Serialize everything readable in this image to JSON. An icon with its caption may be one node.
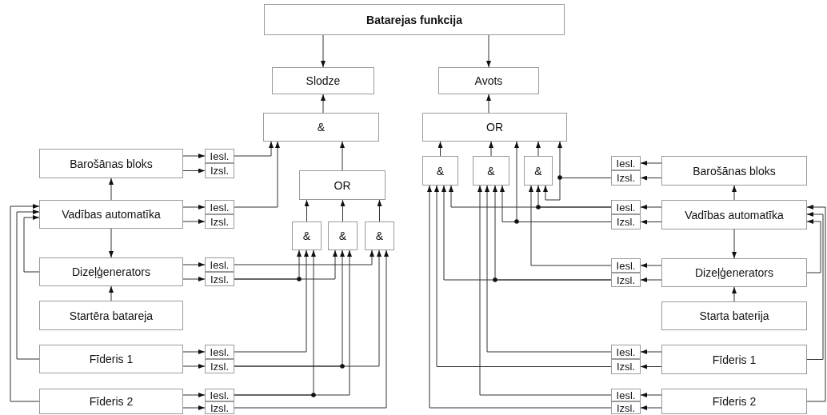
{
  "diagram": {
    "nodes": [
      {
        "text": [
          "Batarejas funkcija"
        ]
      },
      {
        "text": [
          "Slodze"
        ]
      },
      {
        "text": [
          "Avots"
        ]
      },
      {
        "text": [
          "&"
        ]
      },
      {
        "text": [
          "OR"
        ]
      },
      {
        "text": [
          "Barošānas bloks"
        ]
      },
      {
        "text": [
          "Iesl."
        ]
      },
      {
        "text": [
          "Izsl."
        ]
      },
      {
        "text": [
          "&"
        ]
      },
      {
        "text": [
          "&"
        ]
      },
      {
        "text": [
          "&"
        ]
      },
      {
        "text": [
          "Iesl."
        ]
      },
      {
        "text": [
          "Izsl."
        ]
      },
      {
        "text": [
          "Barošānas bloks"
        ]
      },
      {
        "text": [
          "OR"
        ]
      },
      {
        "text": [
          "Vadības automatīka"
        ]
      },
      {
        "text": [
          "Iesl."
        ]
      },
      {
        "text": [
          "Izsl."
        ]
      },
      {
        "text": [
          "Iesl."
        ]
      },
      {
        "text": [
          "Izsl."
        ]
      },
      {
        "text": [
          "Vadības automatīka"
        ]
      },
      {
        "text": [
          "&"
        ]
      },
      {
        "text": [
          "&"
        ]
      },
      {
        "text": [
          "&"
        ]
      },
      {
        "text": [
          "Dizeļģenerators"
        ]
      },
      {
        "text": [
          "Iesl."
        ]
      },
      {
        "text": [
          "Izsl."
        ]
      },
      {
        "text": [
          "Iesl."
        ]
      },
      {
        "text": [
          "Izsl."
        ]
      },
      {
        "text": [
          "Dizeļģenerators"
        ]
      },
      {
        "text": [
          "Startēra batareja"
        ]
      },
      {
        "text": [
          "Starta baterija"
        ]
      },
      {
        "text": [
          "Fīderis 1"
        ]
      },
      {
        "text": [
          "Iesl."
        ]
      },
      {
        "text": [
          "Izsl."
        ]
      },
      {
        "text": [
          "Iesl."
        ]
      },
      {
        "text": [
          "Izsl."
        ]
      },
      {
        "text": [
          "Fīderis 1"
        ]
      },
      {
        "text": [
          "Fīderis 2"
        ]
      },
      {
        "text": [
          "Iesl."
        ]
      },
      {
        "text": [
          "Izsl."
        ]
      },
      {
        "text": [
          "Iesl."
        ]
      },
      {
        "text": [
          "Izsl."
        ]
      },
      {
        "text": [
          "Fīderis 2"
        ]
      }
    ],
    "edges": [
      {
        "from": 0,
        "to": 1,
        "arrow": "to"
      },
      {
        "from": 0,
        "to": 2,
        "arrow": "to"
      },
      {
        "from": 3,
        "to": 1,
        "arrow": "to"
      },
      {
        "from": 4,
        "to": 2,
        "arrow": "to"
      },
      {
        "from": 14,
        "to": 3,
        "arrow": "to"
      },
      {
        "from": 21,
        "to": 14,
        "arrow": "to"
      },
      {
        "from": 22,
        "to": 14,
        "arrow": "to"
      },
      {
        "from": 23,
        "to": 14,
        "arrow": "to"
      },
      {
        "from": 8,
        "to": 4,
        "arrow": "to"
      },
      {
        "from": 9,
        "to": 4,
        "arrow": "to"
      },
      {
        "from": 10,
        "to": 4,
        "arrow": "to"
      },
      {
        "from": 6,
        "to": 3,
        "arrow": "to"
      },
      {
        "from": 16,
        "to": 3,
        "arrow": "to"
      },
      {
        "from": 15,
        "to": 5,
        "arrow": "to"
      },
      {
        "from": 15,
        "to": 24,
        "arrow": "to"
      },
      {
        "from": 30,
        "to": 24,
        "arrow": "to"
      },
      {
        "from": 20,
        "to": 13,
        "arrow": "to"
      },
      {
        "from": 20,
        "to": 29,
        "arrow": "to"
      },
      {
        "from": 31,
        "to": 29,
        "arrow": "to"
      },
      {
        "from": 5,
        "to": 6,
        "arrow": "to"
      },
      {
        "from": 5,
        "to": 7,
        "arrow": "to"
      },
      {
        "from": 15,
        "to": 16,
        "arrow": "to"
      },
      {
        "from": 15,
        "to": 17,
        "arrow": "to"
      },
      {
        "from": 24,
        "to": 25,
        "arrow": "to"
      },
      {
        "from": 24,
        "to": 26,
        "arrow": "to"
      },
      {
        "from": 32,
        "to": 33,
        "arrow": "to"
      },
      {
        "from": 32,
        "to": 34,
        "arrow": "to"
      },
      {
        "from": 38,
        "to": 39,
        "arrow": "to"
      },
      {
        "from": 38,
        "to": 40,
        "arrow": "to"
      },
      {
        "from": 13,
        "to": 11,
        "arrow": "to"
      },
      {
        "from": 13,
        "to": 12,
        "arrow": "to"
      },
      {
        "from": 20,
        "to": 18,
        "arrow": "to"
      },
      {
        "from": 20,
        "to": 19,
        "arrow": "to"
      },
      {
        "from": 29,
        "to": 27,
        "arrow": "to"
      },
      {
        "from": 29,
        "to": 28,
        "arrow": "to"
      },
      {
        "from": 37,
        "to": 35,
        "arrow": "to"
      },
      {
        "from": 37,
        "to": 36,
        "arrow": "to"
      },
      {
        "from": 43,
        "to": 41,
        "arrow": "to"
      },
      {
        "from": 43,
        "to": 42,
        "arrow": "to"
      },
      {
        "from": 25,
        "to": 23,
        "arrow": "to"
      },
      {
        "from": 26,
        "to": 21,
        "arrow": "to"
      },
      {
        "from": 26,
        "to": 22,
        "arrow": "to"
      },
      {
        "from": 33,
        "to": 21,
        "arrow": "to"
      },
      {
        "from": 34,
        "to": 22,
        "arrow": "to"
      },
      {
        "from": 34,
        "to": 23,
        "arrow": "to"
      },
      {
        "from": 39,
        "to": 21,
        "arrow": "to"
      },
      {
        "from": 39,
        "to": 22,
        "arrow": "to"
      },
      {
        "from": 40,
        "to": 23,
        "arrow": "to"
      },
      {
        "from": 24,
        "to": 15,
        "arrow": "to"
      },
      {
        "from": 32,
        "to": 15,
        "arrow": "to"
      },
      {
        "from": 38,
        "to": 15,
        "arrow": "to"
      },
      {
        "from": 12,
        "to": 4,
        "arrow": "to"
      },
      {
        "from": 12,
        "to": 10,
        "arrow": "to"
      },
      {
        "from": 18,
        "to": 10,
        "arrow": "to"
      },
      {
        "from": 18,
        "to": 8,
        "arrow": "to"
      },
      {
        "from": 19,
        "to": 4,
        "arrow": "to"
      },
      {
        "from": 19,
        "to": 9,
        "arrow": "to"
      },
      {
        "from": 27,
        "to": 10,
        "arrow": "to"
      },
      {
        "from": 28,
        "to": 9,
        "arrow": "to"
      },
      {
        "from": 28,
        "to": 8,
        "arrow": "to"
      },
      {
        "from": 35,
        "to": 9,
        "arrow": "to"
      },
      {
        "from": 36,
        "to": 8,
        "arrow": "to"
      },
      {
        "from": 41,
        "to": 9,
        "arrow": "to"
      },
      {
        "from": 42,
        "to": 8,
        "arrow": "to"
      },
      {
        "from": 29,
        "to": 20,
        "arrow": "to"
      },
      {
        "from": 37,
        "to": 20,
        "arrow": "to"
      },
      {
        "from": 43,
        "to": 20,
        "arrow": "to"
      }
    ]
  }
}
